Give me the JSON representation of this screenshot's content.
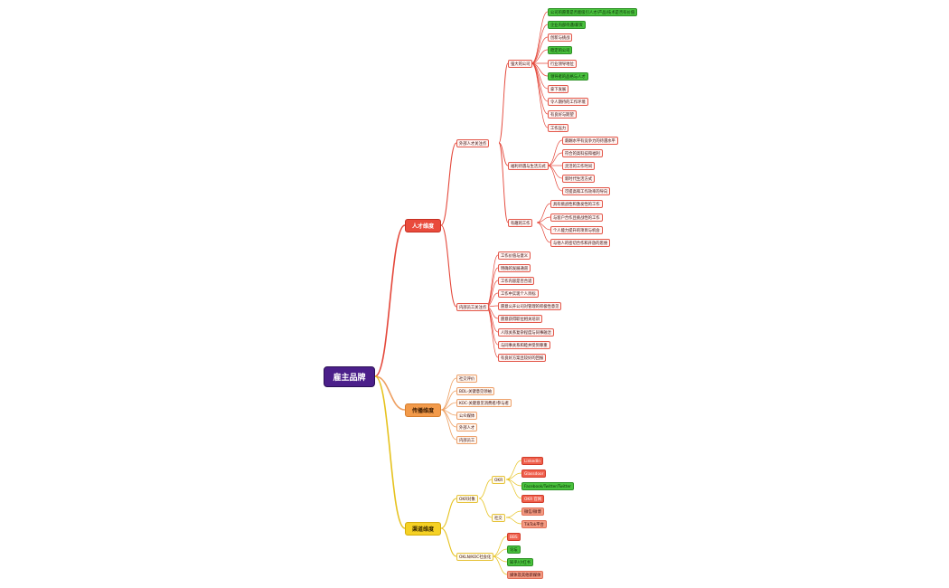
{
  "root": {
    "label": "雇主品牌"
  },
  "branches": {
    "talent": {
      "label": "人才维度",
      "attract": {
        "label": "外部人才关注点",
        "company": {
          "label": "强大的公司",
          "items": [
            "公司的愿景是否能吸引人才/产品/技术是否有价值",
            "企业内部待遇/薪资",
            "创新与挑战",
            "稳定的公司",
            "行业领导地位",
            "领导者的品格与人才",
            "拿下发展",
            "令人期待的工作环境",
            "有良好与期望",
            "工作压力"
          ]
        },
        "welfare": {
          "label": "福利待遇与生活方式",
          "items": [
            "薪酬水平有竞争力的待遇水平",
            "符合的高科技和福利",
            "灵活的工作时间",
            "新时代生活方式",
            "可提高和工作效率的导向"
          ]
        },
        "work": {
          "label": "有趣的工作",
          "items": [
            "具有挑战性和激发性的工作",
            "与客户合作且挑战性的工作",
            "个人能力提升的项目与机会",
            "与他人的密切合作和开放的思维"
          ]
        }
      },
      "internal": {
        "label": "内部员工关注点",
        "items": [
          "工作价值与意义",
          "明确的发展通道",
          "工作内容是否合适",
          "工作中实现个人目标",
          "愿意公开公司对管理的积极性意见",
          "愿意获得职位相关培训",
          "人际关系复杂程度与同事融洽",
          "与同事关系和睦并受到尊重",
          "有良好方案且较好的回报"
        ]
      }
    },
    "comm": {
      "label": "传播维度",
      "items": [
        "社交评价",
        "BDL-关键意见领袖",
        "KOC-关键意见消费者/参与者",
        "公众媒体",
        "外部人才",
        "内部员工"
      ]
    },
    "channel": {
      "label": "渠道维度",
      "okr": {
        "label": "OKR对象",
        "sub_okr": {
          "label": "OKR",
          "items": [
            "LinkedIn",
            "Glassdoor",
            "Facebook/Twitter/Twitter",
            "OKR 官网"
          ]
        },
        "cn": {
          "label": "社交",
          "items": [
            "微信/微博",
            "TikTok平台"
          ]
        }
      },
      "media": {
        "label": "OKLN/KOC社会化",
        "items": [
          "BBS",
          "论坛",
          "知乎/小红书",
          "媒体及其他新媒体"
        ]
      }
    }
  }
}
